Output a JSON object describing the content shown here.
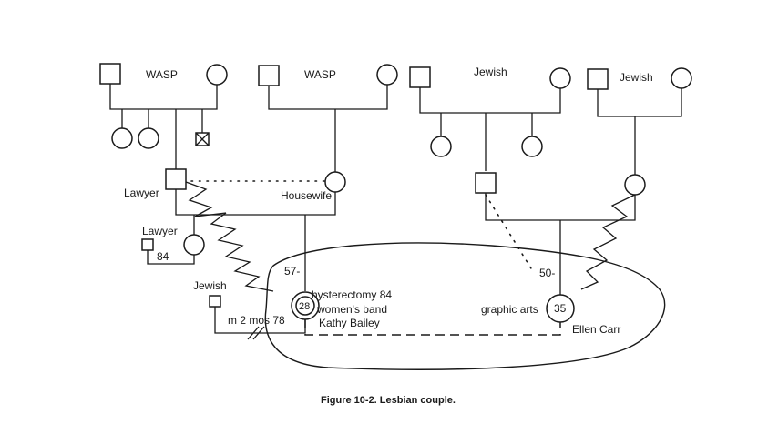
{
  "diagram": {
    "groups": {
      "wasp_1": "WASP",
      "wasp_2": "WASP",
      "jewish_1": "Jewish",
      "jewish_2": "Jewish"
    },
    "people": {
      "father_occupation": "Lawyer",
      "mother_occupation": "Housewife",
      "brother_occupation": "Lawyer",
      "brother_age": "84",
      "ex_husband_group": "Jewish",
      "marriage_note": "m 2 mos 78",
      "mother_age": "57-",
      "client_age": "28",
      "client_note_1": "hysterectomy 84",
      "client_note_2": "women's band",
      "client_name": "Kathy Bailey",
      "partner_parent_age": "50-",
      "partner_occupation": "graphic arts",
      "partner_age": "35",
      "partner_name": "Ellen Carr"
    },
    "caption": "Figure 10-2. Lesbian couple."
  }
}
